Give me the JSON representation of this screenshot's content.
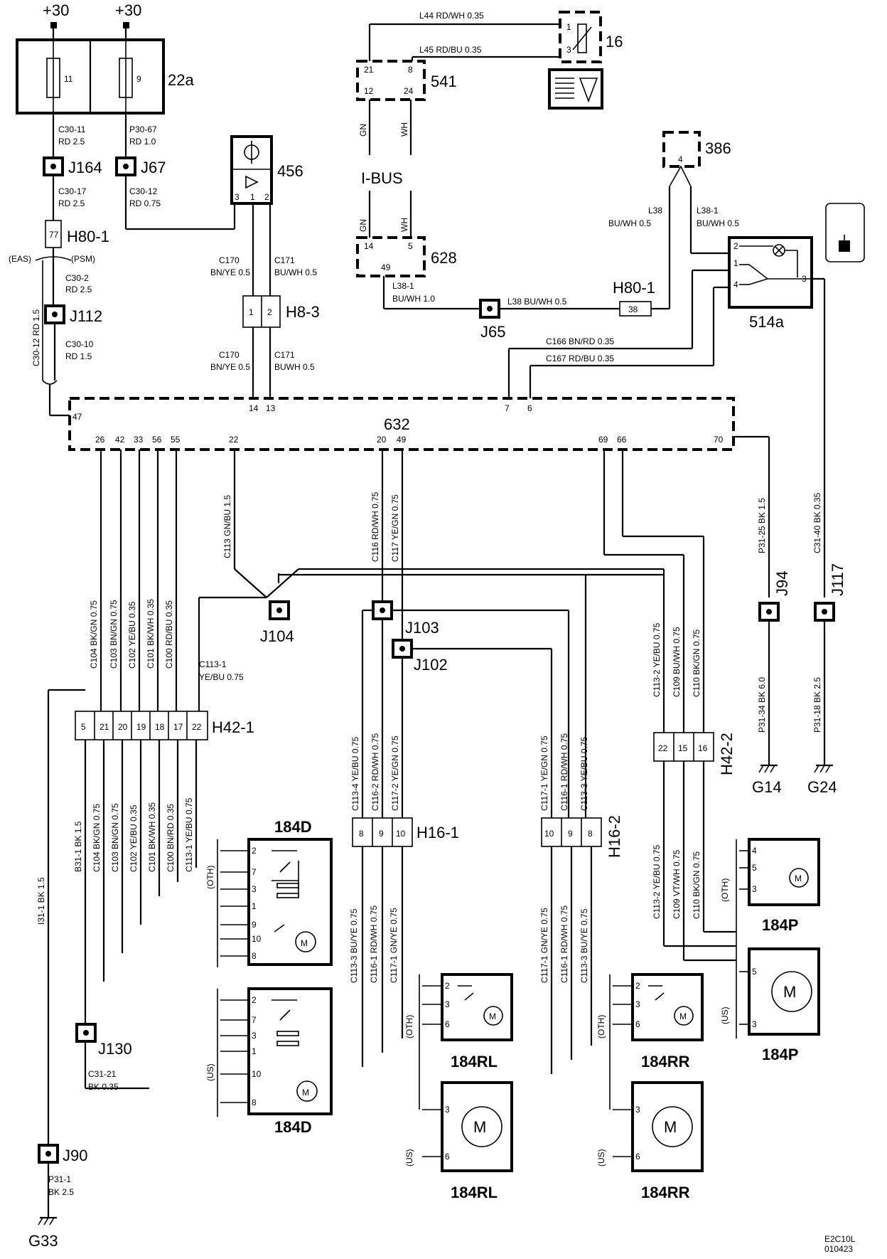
{
  "supply": {
    "left": "+30",
    "right": "+30"
  },
  "fuse_box": {
    "id": "22a",
    "fuse1": "11",
    "fuse2": "9"
  },
  "wires_left": {
    "c30_11": "C30-11",
    "c30_11_spec": "RD  2.5",
    "p30_67": "P30-67",
    "p30_67_spec": "RD  1.0",
    "c30_17": "C30-17",
    "c30_17_spec": "RD  2.5",
    "c30_12": "C30-12",
    "c30_12_spec": "RD  0.75",
    "c30_2": "C30-2",
    "c30_2_spec": "RD   2.5",
    "c30_10": "C30-10",
    "c30_10_spec": "RD   1.5",
    "c30_12v": "C30-12  RD  1.5",
    "eas": "(EAS)",
    "psm": "(PSM)"
  },
  "joints": {
    "j164": "J164",
    "j67": "J67",
    "j112": "J112",
    "j65": "J65",
    "j104": "J104",
    "j103": "J103",
    "j102": "J102",
    "j94": "J94",
    "j117": "J117",
    "j130": "J130",
    "j90": "J90"
  },
  "connectors": {
    "h80_1": "H80-1",
    "h80_1_pin": "77",
    "h80_1b": "H80-1",
    "h80_1b_pin": "38",
    "h8_3": "H8-3",
    "h8_3_pins": [
      "1",
      "2"
    ],
    "h42_1": "H42-1",
    "h42_1_pins": [
      "5",
      "21",
      "20",
      "19",
      "18",
      "17",
      "22"
    ],
    "h42_2": "H42-2",
    "h42_2_pins": [
      "22",
      "15",
      "16"
    ],
    "h16_1": "H16-1",
    "h16_1_pins": [
      "8",
      "9",
      "10"
    ],
    "h16_2": "H16-2",
    "h16_2_pins": [
      "10",
      "9",
      "8"
    ]
  },
  "modules": {
    "m456": "456",
    "m456_pins": [
      "3",
      "1",
      "2"
    ],
    "m541": "541",
    "m541_pins": [
      "21",
      "8",
      "12",
      "24"
    ],
    "m16": "16",
    "m16_pins": [
      "1",
      "3"
    ],
    "m386": "386",
    "m386_pin": "4",
    "m628": "628",
    "m628_pins": [
      "14",
      "5",
      "49"
    ],
    "m514a": "514a",
    "m514a_pins": [
      "2",
      "1",
      "4",
      "3"
    ],
    "m632": "632",
    "m632_pins_top": [
      "14",
      "13",
      "7",
      "6"
    ],
    "m632_pin_left": "47",
    "m632_pins_bottom": [
      "26",
      "42",
      "33",
      "56",
      "55",
      "22",
      "20",
      "49",
      "69",
      "66",
      "70"
    ]
  },
  "wires_top": {
    "l44": "L44  RD/WH 0.35",
    "l45": "L45  RD/BU  0.35",
    "gn": "GN",
    "wh": "WH",
    "ibus": "I-BUS",
    "l38_1_top": "L38-1",
    "l38_1_spec": "BU/WH 1.0",
    "l38_bus": "L38    BU/WH  0.5",
    "l38_v": "L38",
    "l38_v_spec": "BU/WH   0.5",
    "l38_1v": "L38-1",
    "l38_1v_spec": "BU/WH  0.5",
    "c166": "C166  BN/RD  0.35",
    "c167": "C167  RD/BU  0.35",
    "c170": "C170",
    "c170_spec": "BN/YE  0.5",
    "c171": "C171",
    "c171_spec": "BU/WH 0.5",
    "c170b": "C170",
    "c170b_spec": "BN/YE   0.5",
    "c171b": "C171",
    "c171b_spec": "BUWH   0.5"
  },
  "wires_mid": {
    "c113": "C113  GN/BU  1.5",
    "c116": "C116  RD/WH  0.75",
    "c117": "C117  YE/GN  0.75",
    "c104": "C104  BK/GN  0.75",
    "c103": "C103  BN/GN  0.75",
    "c102": "C102  YE/BU  0.35",
    "c101": "C101  BK/WH  0.35",
    "c100": "C100  RD/BU  0.35",
    "c113_1": "C113-1",
    "c113_1_spec": "YE/BU  0.75",
    "p31_25": "P31-25  BK  1.5",
    "c31_40": "C31-40  BK  0.35",
    "c113_2": "C113-2  YE/BU  0.75",
    "c109": "C109  BU/WH  0.75",
    "c110": "C110  BK/GN  0.75",
    "p31_34": "P31-34  BK  6.0",
    "p31_18": "P31-18  BK  2.5"
  },
  "wires_low": {
    "i31_1": "I31-1  BK   1.5",
    "b31_1": "B31-1  BK  1.5",
    "c104b": "C104  BK/GN  0.75",
    "c103b": "C103  BN/GN  0.75",
    "c102b": "C102  YE/BU  0.35",
    "c101b": "C101  BK/WH  0.35",
    "c100b": "C100  BN/RD  0.35",
    "c113_1b": "C113-1 YE/BU  0.75",
    "c113_4": "C113-4  YE/BU  0.75",
    "c116_2": "C116-2  RD/WH  0.75",
    "c117_2": "C117-2  YE/GN  0.75",
    "c117_1": "C117-1 YE/GN  0.75",
    "c116_1": "C116-1 RD/WH  0.75",
    "c113_3": "C113-3  YE/BU  0.75",
    "c113_3b": "C113-3  BU/YE  0.75",
    "c116_1b": "C116-1  RD/WH  0.75",
    "c117_1b": "C117-1  GN/YE  0.75",
    "c117_1c": "C117-1 GN/YE  0.75",
    "c116_1c": "C116-1 RD/WH  0.75",
    "c113_3c": "C113-3  BU/YE  0.75",
    "c113_2b": "C113-2 YE/BU  0.75",
    "c109b": "C109  VT/WH  0.75",
    "c110b": "C110  BK/GN  0.75",
    "c113_2c": "C113-2 YE/BU  0.75",
    "c109c": "C109  VT/WH  0.75",
    "c110c": "C110  BK/GN  0.75",
    "c31_21": "C31-21",
    "c31_21_spec": "BK   0.35",
    "p31_1": "P31-1",
    "p31_1_spec": "BK  2.5"
  },
  "motors": {
    "d_oth": "184D",
    "d_us": "184D",
    "p_oth": "184P",
    "p_us": "184P",
    "rl_oth": "184RL",
    "rl_us": "184RL",
    "rr_oth": "184RR",
    "rr_us": "184RR",
    "m": "M",
    "oth": "(OTH)",
    "us": "(US)",
    "d_pins_oth": [
      "2",
      "7",
      "3",
      "1",
      "9",
      "10",
      "8"
    ],
    "d_pins_us": [
      "2",
      "7",
      "3",
      "1",
      "10",
      "8"
    ],
    "p_pins_oth": [
      "4",
      "5",
      "3"
    ],
    "p_pins_us": [
      "5",
      "3"
    ],
    "rl_pins_oth": [
      "2",
      "3",
      "6"
    ],
    "rl_pins_us": [
      "3",
      "6"
    ],
    "rr_pins_oth": [
      "2",
      "3",
      "6"
    ],
    "rr_pins_us": [
      "3",
      "6"
    ]
  },
  "grounds": {
    "g14": "G14",
    "g24": "G24",
    "g33": "G33"
  },
  "footer": {
    "code1": "E2C10L",
    "code2": "010423"
  }
}
